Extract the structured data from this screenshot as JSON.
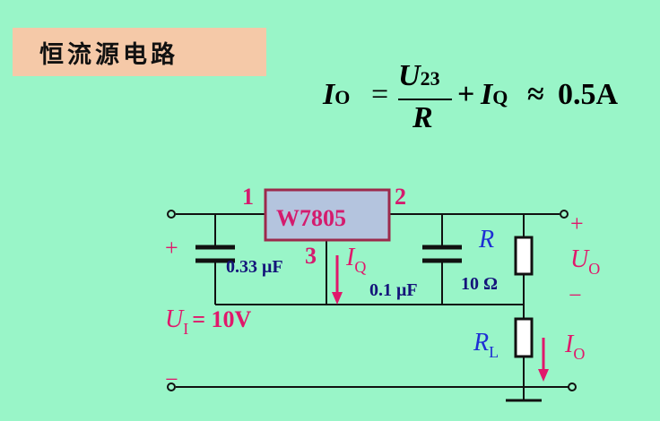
{
  "title": "恒流源电路",
  "formula": {
    "lhs_symbol": "I",
    "lhs_sub": "O",
    "equals": "=",
    "num_symbol": "U",
    "num_sub": "23",
    "den_symbol": "R",
    "plus": "+",
    "iq_symbol": "I",
    "iq_sub": "Q",
    "approx": "≈",
    "value": "0.5A"
  },
  "circuit": {
    "regulator": "W7805",
    "pin1": "1",
    "pin2": "2",
    "pin3": "3",
    "c1_value": "0.33 μF",
    "c2_value": "0.1 μF",
    "r_symbol": "R",
    "r_value": "10 Ω",
    "rl_symbol": "R",
    "rl_sub": "L",
    "iq_symbol": "I",
    "iq_sub": "Q",
    "io_symbol": "I",
    "io_sub": "O",
    "uo_symbol": "U",
    "uo_sub": "O",
    "ui_symbol": "U",
    "ui_sub": "I",
    "ui_value": "= 10V",
    "plus_in": "+",
    "minus_in": "−",
    "plus_out": "+",
    "minus_out": "−"
  },
  "colors": {
    "background": "#99f5c8",
    "title_box": "#f5c9a8",
    "regulator_fill": "#b4c4de",
    "regulator_border": "#9c2a4c",
    "pin_label": "#d41b6e",
    "blue_label": "#1e2fd4",
    "magenta_label": "#e0186b",
    "dark_label": "#14147a"
  }
}
